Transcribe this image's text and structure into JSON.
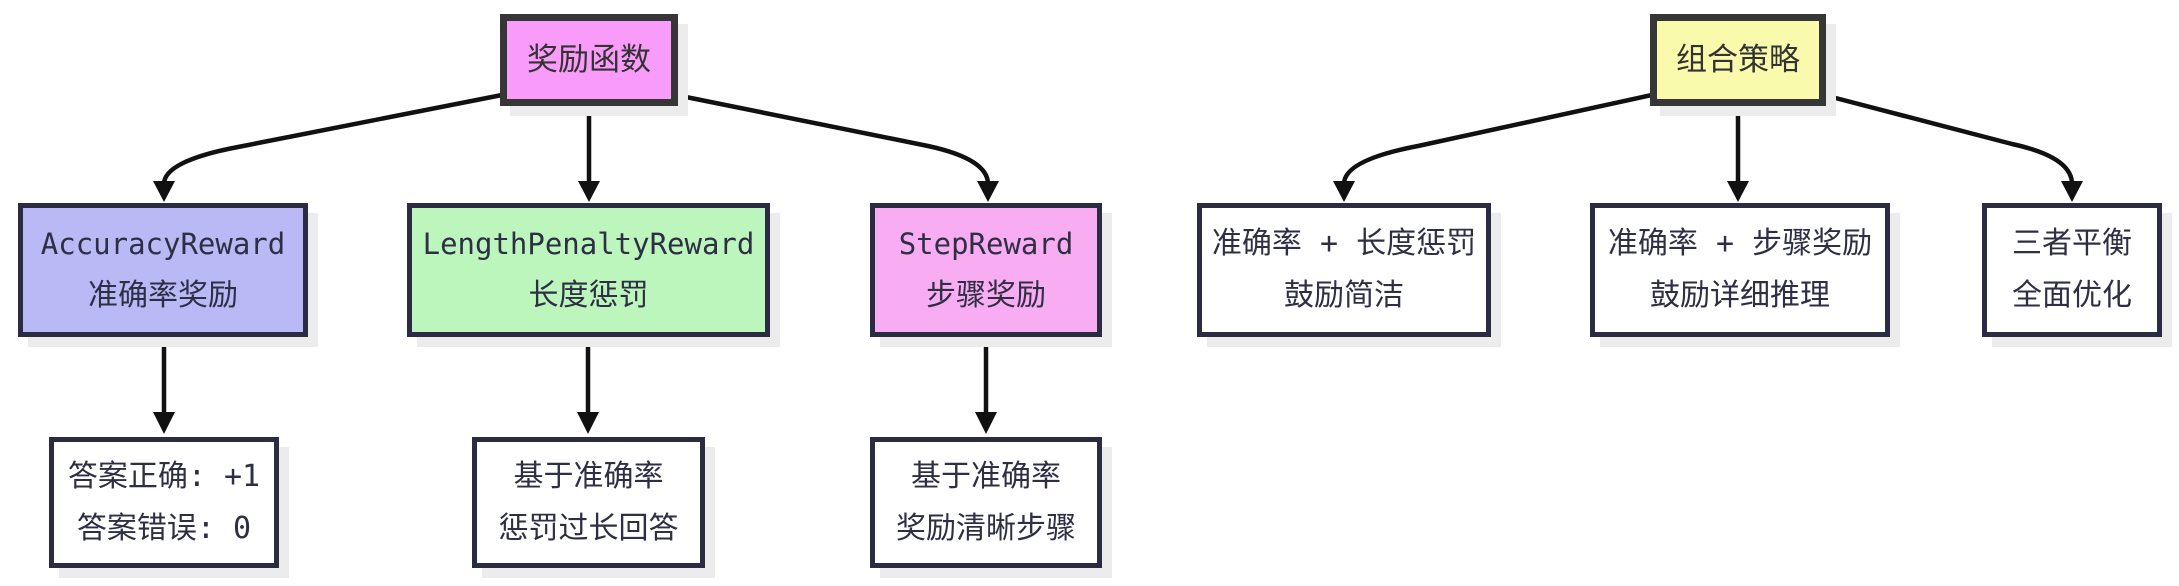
{
  "palette": {
    "background": "#ffffff",
    "arrow": "#111111",
    "node_border": "#2b2b42",
    "root_border": "#363636",
    "shadow": "#ececec",
    "text": "#2e2e45",
    "white_node_fill": "#ffffff"
  },
  "trees": [
    {
      "id": "reward-functions",
      "root": {
        "label": "奖励函数",
        "fill": "#f99cf9"
      },
      "children": [
        {
          "title": "AccuracyReward",
          "subtitle": "准确率奖励",
          "fill": "#b9b9f6",
          "detail": {
            "line1": "答案正确: +1",
            "line2": "答案错误: 0"
          }
        },
        {
          "title": "LengthPenaltyReward",
          "subtitle": "长度惩罚",
          "fill": "#bdf6bd",
          "detail": {
            "line1": "基于准确率",
            "line2": "惩罚过长回答"
          }
        },
        {
          "title": "StepReward",
          "subtitle": "步骤奖励",
          "fill": "#f8adf3",
          "detail": {
            "line1": "基于准确率",
            "line2": "奖励清晰步骤"
          }
        }
      ]
    },
    {
      "id": "combination-strategies",
      "root": {
        "label": "组合策略",
        "fill": "#fafaad"
      },
      "children": [
        {
          "line1": "准确率 + 长度惩罚",
          "line2": "鼓励简洁"
        },
        {
          "line1": "准确率 + 步骤奖励",
          "line2": "鼓励详细推理"
        },
        {
          "line1": "三者平衡",
          "line2": "全面优化"
        }
      ]
    }
  ]
}
